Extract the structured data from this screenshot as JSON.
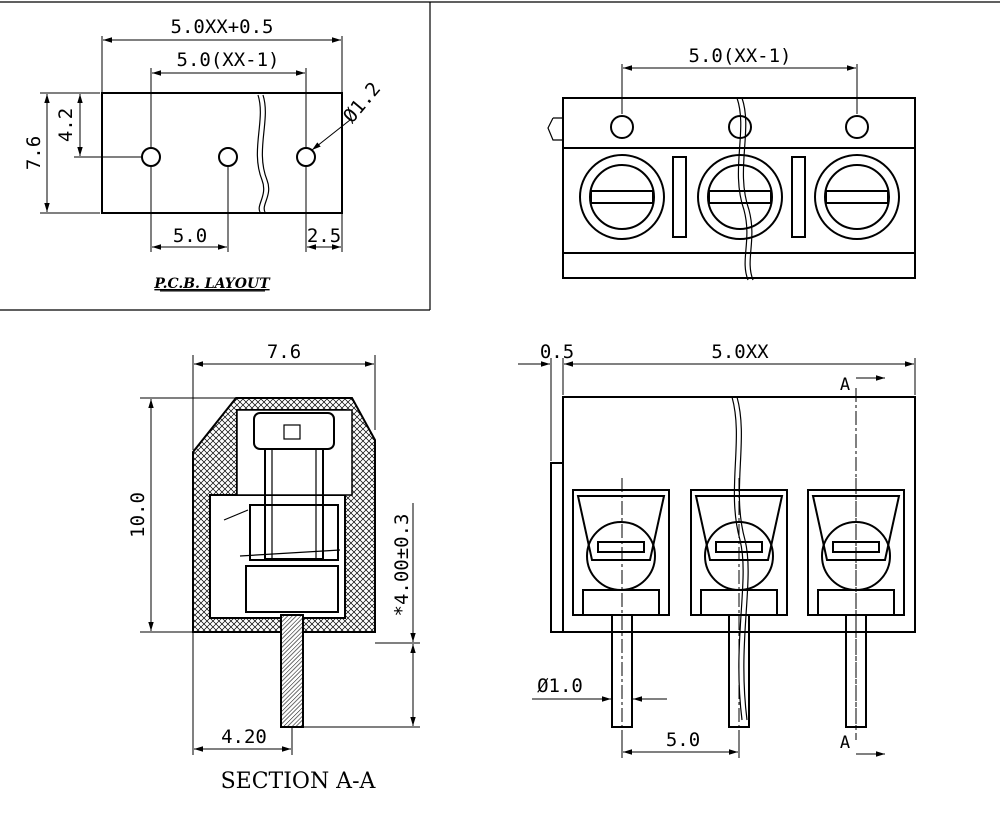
{
  "colors": {
    "line": "#000000",
    "background": "#ffffff",
    "hatch": "#000000"
  },
  "pcb_layout": {
    "title": "P.C.B. LAYOUT",
    "dim_total_width": "5.0XX+0.5",
    "dim_pitch_total": "5.0(XX-1)",
    "dim_hole_diameter": "Ø1.2",
    "dim_height": "7.6",
    "dim_hole_offset": "4.2",
    "dim_pitch": "5.0",
    "dim_edge_offset": "2.5"
  },
  "top_view": {
    "dim_pitch_total": "5.0(XX-1)"
  },
  "section_view": {
    "caption": "SECTION A-A",
    "dim_width": "7.6",
    "dim_height": "10.0",
    "dim_pin_length": "*4.00±0.3",
    "dim_pin_offset": "4.20"
  },
  "front_view": {
    "dim_wall": "0.5",
    "dim_total_width": "5.0XX",
    "section_marker_top": "A",
    "section_marker_bottom": "A",
    "dim_pin_diameter": "Ø1.0",
    "dim_pitch": "5.0"
  }
}
